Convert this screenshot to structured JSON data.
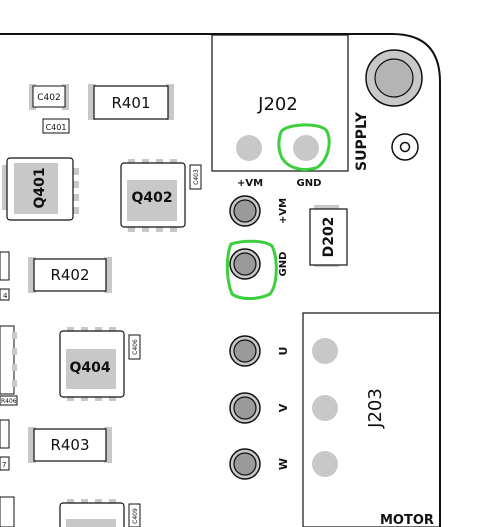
{
  "refs": {
    "c402": "C402",
    "c401": "C401",
    "r401": "R401",
    "j202": "J202",
    "supply": "SUPPLY",
    "q401": "Q401",
    "q402": "Q402",
    "c403": "C403",
    "vm_top": "+VM",
    "gnd_top": "GND",
    "vm_side": "+VM",
    "gnd_side": "GND",
    "d202": "D202",
    "r402": "R402",
    "q404": "Q404",
    "c406": "C406",
    "r406": "R406",
    "u": "U",
    "v": "V",
    "w": "W",
    "j203": "J203",
    "r403": "R403",
    "c409": "C409",
    "motor": "MOTOR",
    "edge4": "4",
    "edge7": "7"
  },
  "colors": {
    "background": "#ffffff",
    "silkscreen": "#111111",
    "pad": "#c8c8c8",
    "pad_dark": "#9a9a9a",
    "highlight": "#3ccf3c"
  }
}
